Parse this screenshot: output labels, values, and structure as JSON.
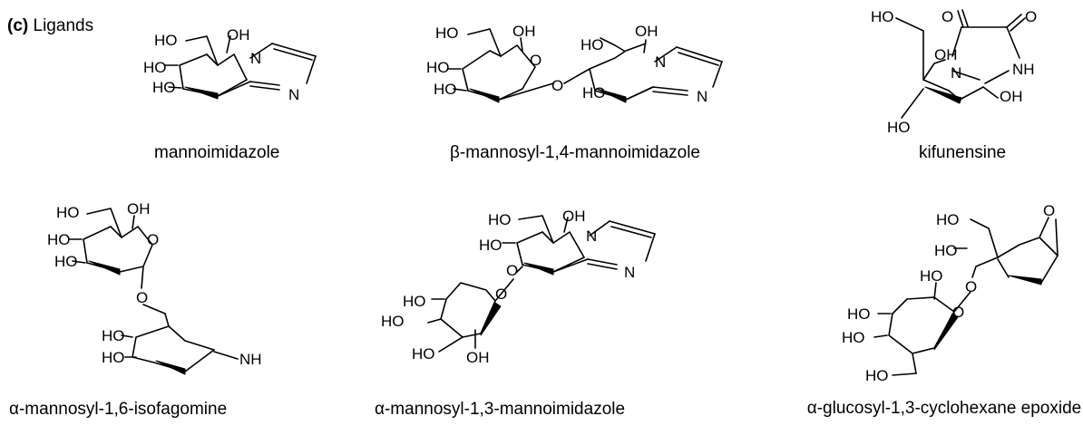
{
  "panel": {
    "letter": "(c)",
    "title": "Ligands"
  },
  "ligands": [
    {
      "name": "mannoimidazole"
    },
    {
      "name": "β-mannosyl-1,4-mannoimidazole"
    },
    {
      "name": "kifunensine"
    },
    {
      "name": "α-mannosyl-1,6-isofagomine"
    },
    {
      "name": "α-mannosyl-1,3-mannoimidazole"
    },
    {
      "name": "α-glucosyl-1,3-cyclohexane epoxide"
    }
  ],
  "atom_labels": {
    "hydroxyl_left": "HO",
    "hydroxyl_right": "OH",
    "nitrogen": "N",
    "amine": "NH",
    "oxygen": "O"
  }
}
